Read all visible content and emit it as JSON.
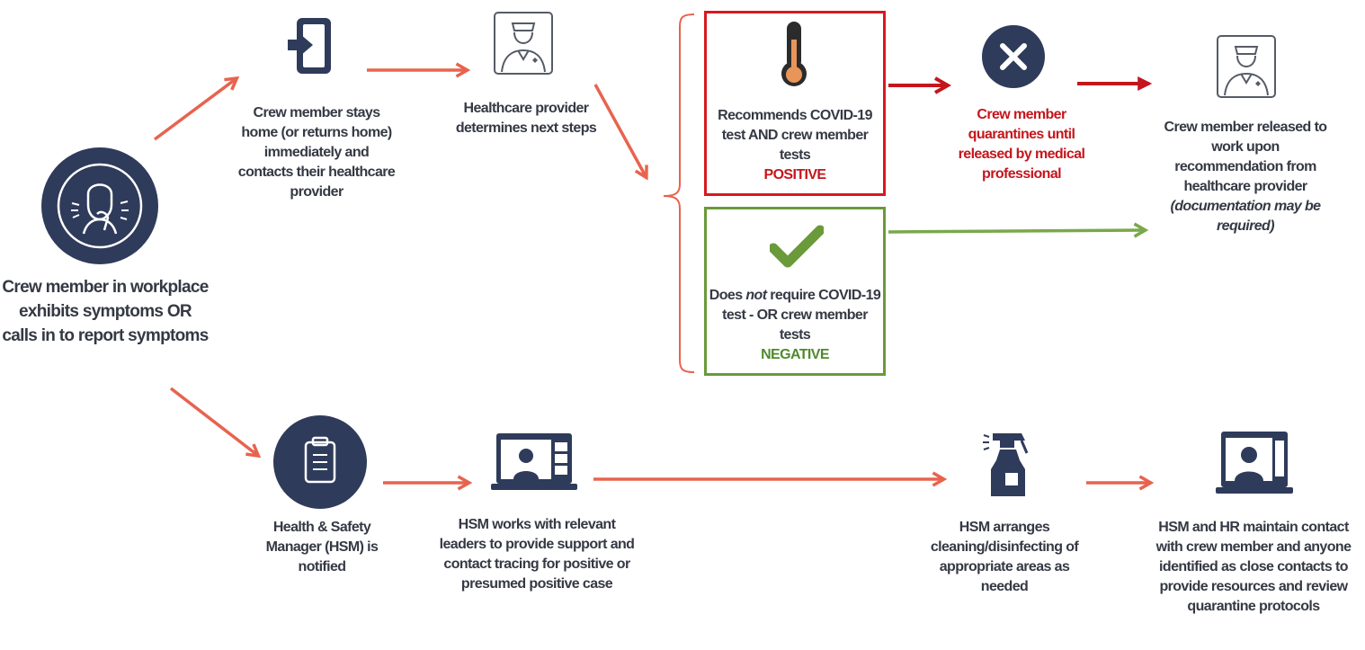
{
  "start": {
    "icon": "sick-person-coughing-icon",
    "text": "Crew member in workplace exhibits symptoms OR calls in to report symptoms"
  },
  "top_path": {
    "stay_home": {
      "icon": "door-exit-icon",
      "text": "Crew member stays home (or returns home) immediately and contacts their healthcare provider"
    },
    "provider": {
      "icon": "doctor-icon",
      "text": "Healthcare provider determines next steps"
    },
    "positive_box": {
      "icon": "thermometer-icon",
      "text": "Recommends COVID-19 test AND crew member tests",
      "status": "POSITIVE"
    },
    "negative_box": {
      "icon": "checkmark-icon",
      "text_1": "Does ",
      "text_not": "not",
      "text_2": " require COVID-19 test - OR crew member tests",
      "status": "NEGATIVE"
    },
    "quarantine": {
      "icon": "x-circle-icon",
      "text": "Crew member quarantines until released by medical professional"
    },
    "released": {
      "icon": "doctor-icon",
      "text": "Crew member released to work upon recommendation from healthcare provider",
      "note": "(documentation may be required)"
    }
  },
  "bottom_path": {
    "hsm_notified": {
      "icon": "clipboard-icon",
      "text": "Health & Safety Manager (HSM) is notified"
    },
    "contact_tracing": {
      "icon": "video-call-icon",
      "text": "HSM works with relevant leaders to provide support and contact tracing for positive or presumed positive case"
    },
    "cleaning": {
      "icon": "spray-bottle-icon",
      "text": "HSM arranges cleaning/disinfecting of appropriate areas as needed"
    },
    "maintain_contact": {
      "icon": "video-call-icon",
      "text": "HSM and HR maintain contact with crew member and anyone identified as close contacts to provide resources and review quarantine protocols"
    }
  },
  "colors": {
    "navy": "#2f3b5a",
    "arrow_orange": "#e8634e",
    "arrow_red": "#c4161c",
    "positive_red": "#d71920",
    "negative_green": "#6a9a3a",
    "icon_stroke": "#555b66"
  }
}
